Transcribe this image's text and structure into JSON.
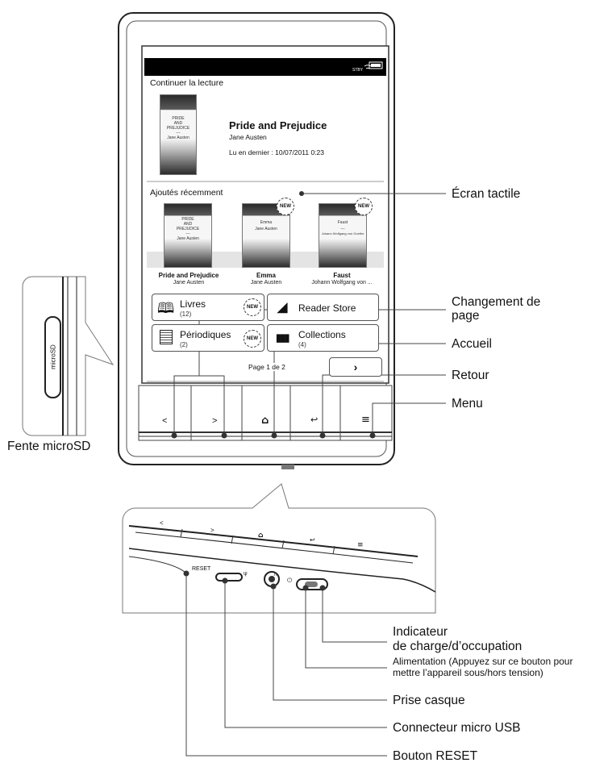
{
  "screen": {
    "continue_heading": "Continuer la lecture",
    "current_book": {
      "title": "Pride and Prejudice",
      "author": "Jane Austen",
      "last_read": "Lu en dernier : 10/07/2011 0:23",
      "cover_lines": [
        "PRIDE",
        "AND",
        "PREJUDICE",
        "---",
        "Jane Austen"
      ]
    },
    "recent_heading": "Ajoutés récemment",
    "recent_books": [
      {
        "title": "Pride and Prejudice",
        "author": "Jane Austen",
        "cover_lines": [
          "PRIDE",
          "AND",
          "PREJUDICE",
          "---",
          "Jane Austen"
        ],
        "badge": ""
      },
      {
        "title": "Emma",
        "author": "Jane Austen",
        "cover_lines": [
          "Emma",
          "Jane Austen"
        ],
        "badge": "NEW"
      },
      {
        "title": "Faust",
        "author": "Johann Wolfgang von ...",
        "cover_lines": [
          "Faust",
          "---",
          "Johann Wolfgang von Goethe"
        ],
        "badge": "NEW"
      }
    ],
    "tiles": {
      "books": {
        "label": "Livres",
        "count": "(12)",
        "badge": "NEW"
      },
      "store": {
        "label": "Reader Store"
      },
      "periodicals": {
        "label": "Périodiques",
        "count": "(2)",
        "badge": "NEW"
      },
      "collections": {
        "label": "Collections",
        "count": "(4)"
      }
    },
    "page_indicator": "Page 1 de 2",
    "status_stby": "STBY"
  },
  "hw_buttons": {
    "prev": "<",
    "next": ">",
    "home": "⌂",
    "back": "↩",
    "menu": "≡"
  },
  "callouts": {
    "touchscreen": "Écran tactile",
    "page_turn": [
      "Changement de",
      "page"
    ],
    "home": "Accueil",
    "back": "Retour",
    "menu": "Menu",
    "microsd_slot": "Fente microSD",
    "microsd_text": "microSD",
    "indicator": [
      "Indicateur",
      "de charge/d’occupation"
    ],
    "power": [
      "Alimentation (Appuyez sur ce bouton pour",
      "mettre l’appareil sous/hors tension)"
    ],
    "headphone": "Prise casque",
    "usb": "Connecteur micro USB",
    "reset_button": "Bouton RESET",
    "reset_print": "RESET"
  },
  "colors": {
    "device_edge": "#222222",
    "screen_bg": "#ffffff",
    "statusbar": "#000000",
    "detail_bg": "#f2f2f2"
  }
}
